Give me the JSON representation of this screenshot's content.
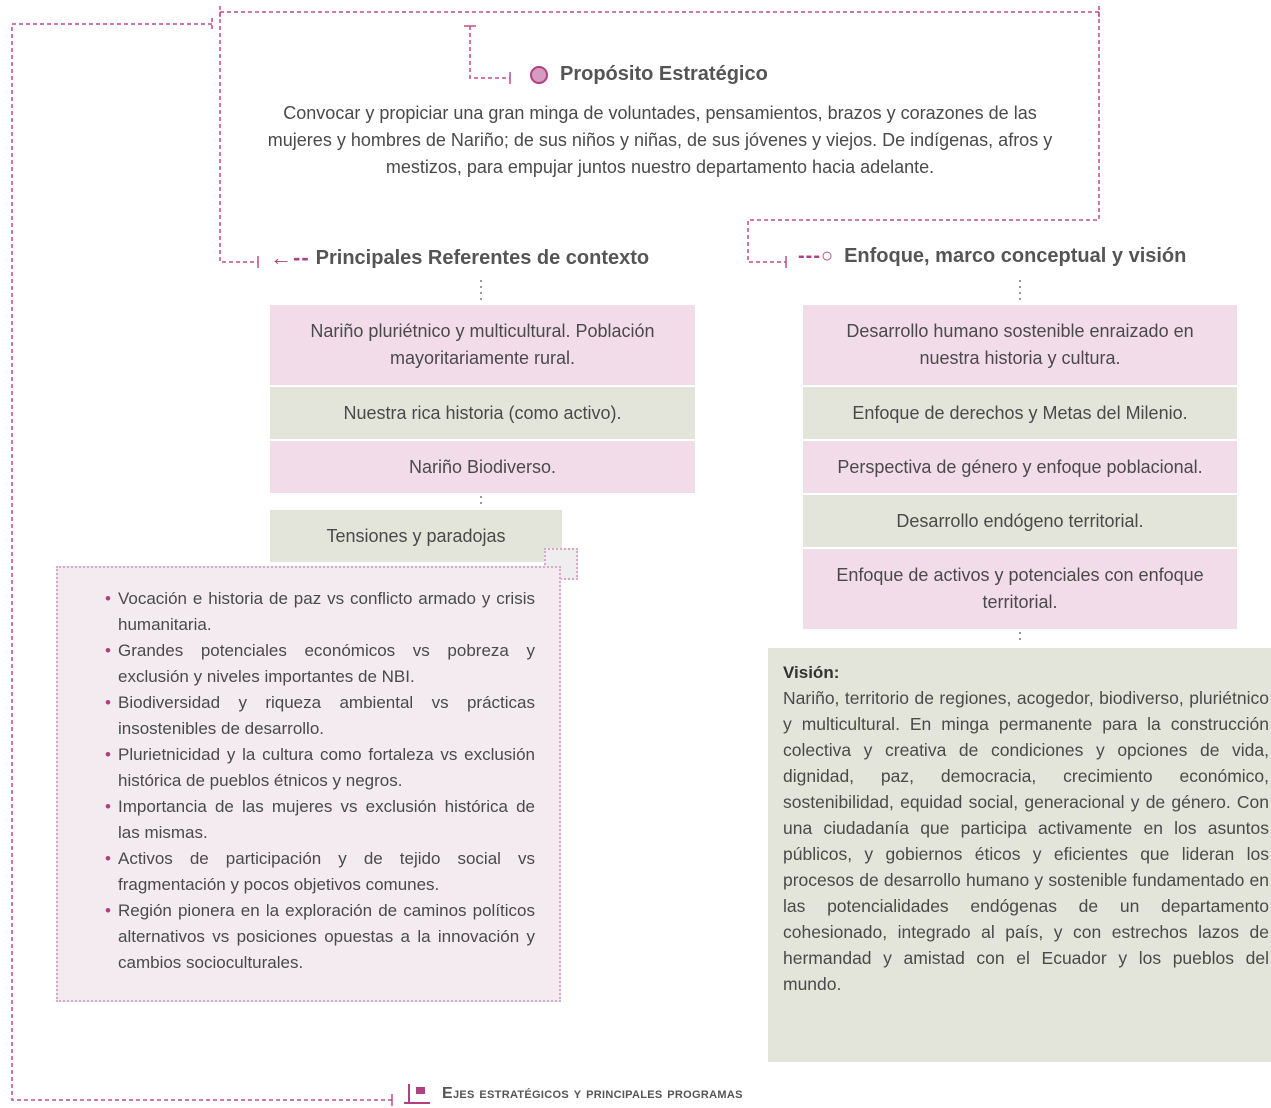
{
  "colors": {
    "accent": "#b0407f",
    "pink_box": "#f2dcea",
    "grey_box": "#e3e4da"
  },
  "purpose": {
    "title": "Propósito Estratégico",
    "text": "Convocar y propiciar una gran minga de voluntades, pensamientos, brazos y corazones de las mujeres y hombres de Nariño; de sus niños y niñas, de sus jóvenes y viejos. De indígenas, afros y mestizos, para empujar juntos nuestro departamento hacia adelante."
  },
  "context": {
    "title": "Principales Referentes de contexto",
    "items": [
      "Nariño pluriétnico y multicultural. Población mayoritariamente rural.",
      "Nuestra rica historia (como activo).",
      "Nariño Biodiverso."
    ],
    "tensions_title": "Tensiones y paradojas",
    "tensions": [
      "Vocación e historia de paz vs conflicto armado y crisis humanitaria.",
      "Grandes potenciales económicos vs pobreza y exclusión y niveles importantes de NBI.",
      "Biodiversidad y riqueza ambiental vs prácticas insostenibles de desarrollo.",
      "Plurietnicidad y la cultura como fortaleza vs exclusión histórica de pueblos étnicos y negros.",
      "Importancia de las mujeres vs exclusión histórica de las mismas.",
      "Activos de participación y de tejido social vs fragmentación y pocos objetivos comunes.",
      "Región pionera en la exploración de caminos políticos alternativos vs posiciones opuestas a la innovación y cambios socioculturales."
    ]
  },
  "approach": {
    "title": "Enfoque, marco conceptual y visión",
    "items": [
      "Desarrollo humano sostenible enraizado en nuestra historia y cultura.",
      "Enfoque de derechos y Metas del Milenio.",
      "Perspectiva de género y enfoque poblacional.",
      "Desarrollo endógeno territorial.",
      "Enfoque de activos y potenciales con enfoque territorial."
    ],
    "vision_title": "Visión:",
    "vision_text": "Nariño, territorio de regiones, acogedor, biodiverso, pluriétnico y multicultural. En minga permanente para la construcción colectiva y creativa de condiciones y opciones de vida, dignidad, paz, democracia, crecimiento económico, sostenibilidad, equidad social, generacional y de género. Con una ciudadanía que participa activamente en los asuntos públicos, y gobiernos éticos y eficientes que lideran los procesos de desarrollo humano y sostenible fundamentado en las potencialidades endógenas de un departamento cohesionado, integrado al país, y con estrechos lazos de hermandad y amistad con el Ecuador y los pueblos del mundo."
  },
  "axes": {
    "title": "Ejes estratégicos y principales programas"
  }
}
